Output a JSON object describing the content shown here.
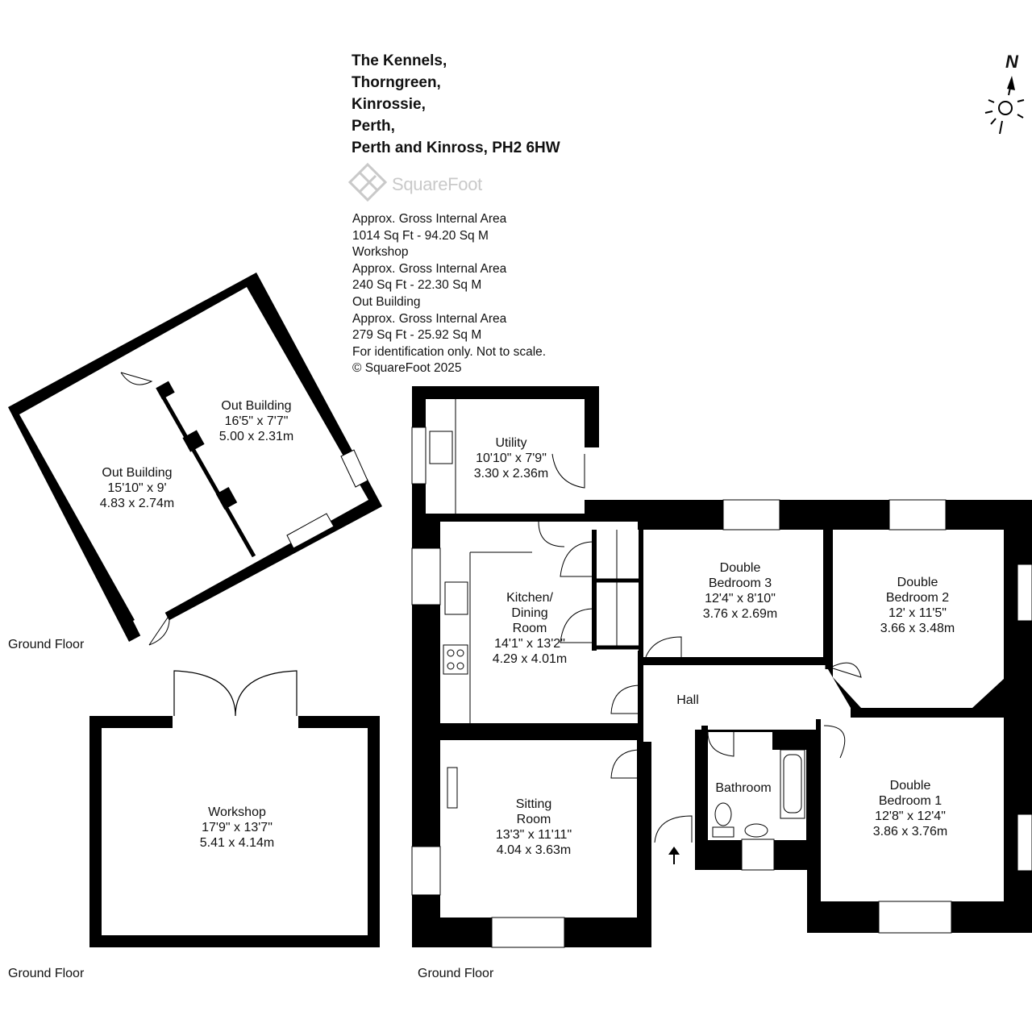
{
  "address": [
    "The Kennels,",
    "Thorngreen,",
    "Kinrossie,",
    "Perth,",
    "Perth and Kinross, PH2 6HW"
  ],
  "brand": "SquareFoot",
  "area_info": [
    "Approx. Gross Internal Area",
    "1014 Sq Ft  -  94.20 Sq M",
    "Workshop",
    "Approx. Gross Internal Area",
    "240 Sq Ft  -  22.30 Sq M",
    "Out Building",
    "Approx. Gross Internal Area",
    "279 Sq Ft  -  25.92 Sq M",
    "For identification only. Not to scale.",
    "© SquareFoot 2025"
  ],
  "compass": {
    "label": "N"
  },
  "rooms": {
    "outbuilding_a": {
      "name": [
        "Out Building"
      ],
      "imperial": "16'5\" x 7'7\"",
      "metric": "5.00 x 2.31m"
    },
    "outbuilding_b": {
      "name": [
        "Out Building"
      ],
      "imperial": "15'10\" x 9'",
      "metric": "4.83 x 2.74m"
    },
    "workshop": {
      "name": [
        "Workshop"
      ],
      "imperial": "17'9\" x 13'7\"",
      "metric": "5.41 x 4.14m"
    },
    "utility": {
      "name": [
        "Utility"
      ],
      "imperial": "10'10\" x 7'9\"",
      "metric": "3.30 x 2.36m"
    },
    "kitchen": {
      "name": [
        "Kitchen/",
        "Dining",
        "Room"
      ],
      "imperial": "14'1\" x 13'2\"",
      "metric": "4.29 x 4.01m"
    },
    "bedroom3": {
      "name": [
        "Double",
        "Bedroom 3"
      ],
      "imperial": "12'4\" x 8'10\"",
      "metric": "3.76 x 2.69m"
    },
    "bedroom2": {
      "name": [
        "Double",
        "Bedroom 2"
      ],
      "imperial": "12' x 11'5\"",
      "metric": "3.66 x 3.48m"
    },
    "hall": {
      "name": [
        "Hall"
      ]
    },
    "bathroom": {
      "name": [
        "Bathroom"
      ]
    },
    "bedroom1": {
      "name": [
        "Double",
        "Bedroom 1"
      ],
      "imperial": "12'8\" x 12'4\"",
      "metric": "3.86 x 3.76m"
    },
    "sitting": {
      "name": [
        "Sitting",
        "Room"
      ],
      "imperial": "13'3\" x 11'11\"",
      "metric": "4.04 x 3.63m"
    }
  },
  "floor_labels": [
    "Ground Floor",
    "Ground Floor",
    "Ground Floor"
  ],
  "colors": {
    "wall": "#000000",
    "text": "#111111",
    "logo": "#c9c9c9"
  }
}
